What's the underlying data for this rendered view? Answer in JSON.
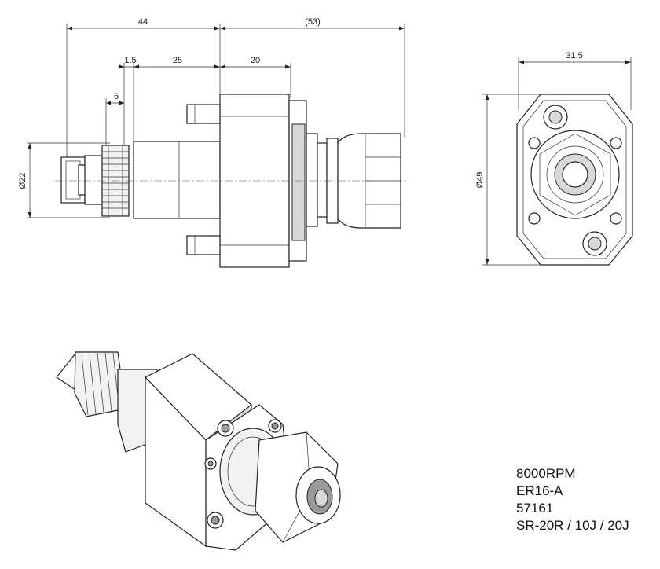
{
  "dimensions": {
    "d44": "44",
    "d53": "(53)",
    "d1_5": "1.5",
    "d25": "25",
    "d20": "20",
    "d6": "6",
    "d22": "Ø22",
    "d31_5": "31.5",
    "d49": "Ø49"
  },
  "specs": {
    "rpm": "8000RPM",
    "collet": "ER16-A",
    "part_number": "57161",
    "models": "SR-20R / 10J / 20J"
  }
}
